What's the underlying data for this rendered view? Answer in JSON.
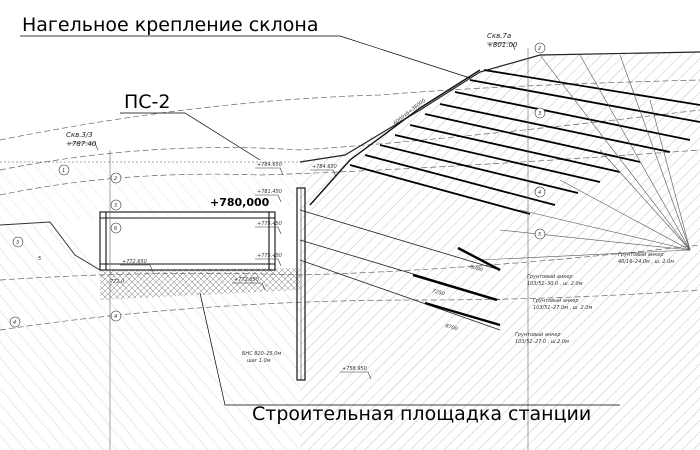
{
  "title": "Нагельное крепление склона",
  "ps_label": "ПС-2",
  "site_label": "Строительная площадка станции",
  "boreholes": [
    {
      "name": "Скв.3/3",
      "elevation": "+787.40"
    },
    {
      "name": "Скв.7а",
      "elevation": "+801.00"
    }
  ],
  "main_elevation": "+780,000",
  "elevations": {
    "e1": "+784.650",
    "e2": "+784.650",
    "e3": "+781.450",
    "e4": "+775.450",
    "e5": "+775.450",
    "e6": "+772.650",
    "e7": "+772.850",
    "e8": "+758.950",
    "e9": "772.0"
  },
  "slope_dimension": "6000x6=36000",
  "anchors": [
    {
      "label": "Грунтовый анкер",
      "spec": "40/16–24.0м , ш. 2.0м"
    },
    {
      "label": "Грунтовый анкер",
      "spec": "103/51–30.0 , ш. 2.0м",
      "length": "8000"
    },
    {
      "label": "Грунтовый анкер",
      "spec": "103/51–27.0м , ш. 2.0м",
      "length": "7250"
    },
    {
      "label": "Грунтовый анкер",
      "spec": "103/51–27.0 , ш.2.0м",
      "length": "8700"
    }
  ],
  "pile": {
    "line1": "БНС 820–25.0м",
    "line2": "шаг 1.0м"
  },
  "layer_numbers": [
    "1",
    "2",
    "3",
    "3",
    "4",
    "4",
    "5",
    "6"
  ],
  "borehole_tags": [
    "2",
    "3",
    "4",
    "5"
  ]
}
